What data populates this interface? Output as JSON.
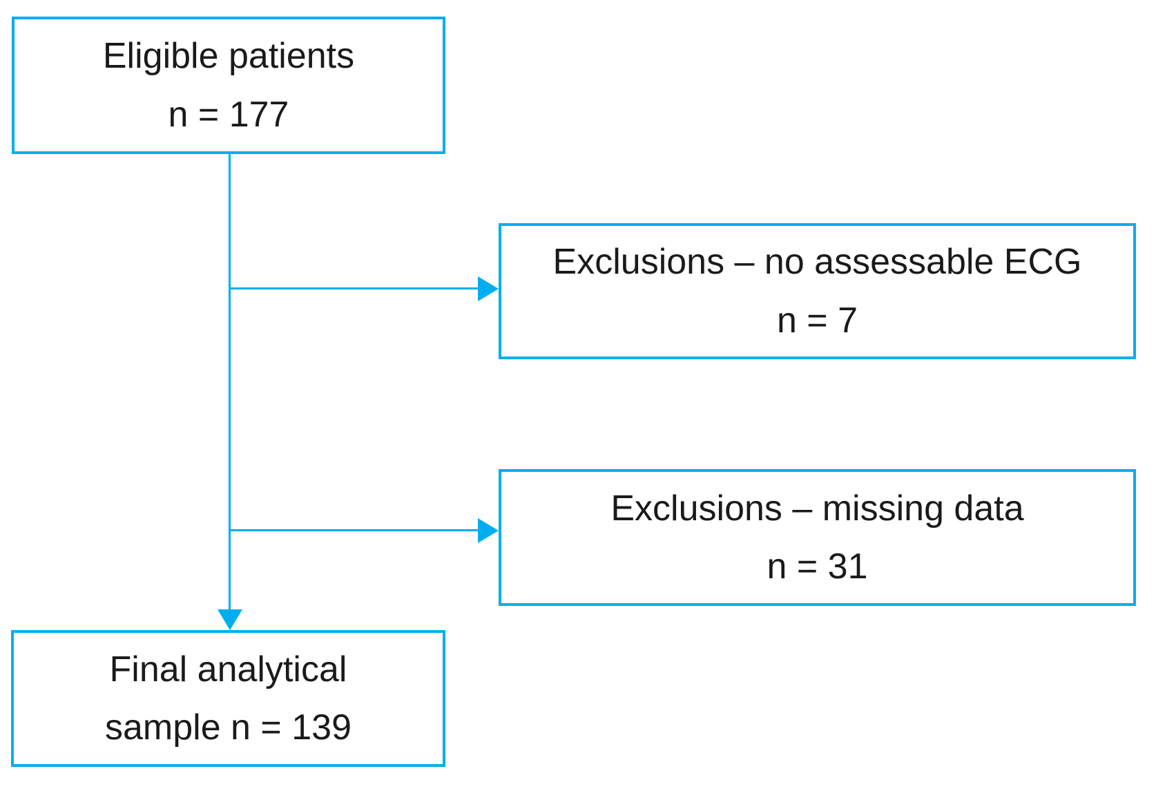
{
  "diagram": {
    "type": "flowchart",
    "accent_color": "#00AEEF",
    "text_color": "#1a1a1a",
    "background_color": "#ffffff",
    "nodes": {
      "eligible": {
        "line1": "Eligible patients",
        "line2": "n = 177"
      },
      "no_ecg": {
        "line1": "Exclusions – no assessable ECG",
        "line2": "n = 7"
      },
      "missing": {
        "line1": "Exclusions – missing data",
        "line2": "n = 31"
      },
      "final": {
        "line1": "Final analytical",
        "line2": "sample n = 139"
      }
    },
    "edges": [
      {
        "from": "eligible",
        "to": "no_ecg"
      },
      {
        "from": "eligible",
        "to": "missing"
      },
      {
        "from": "eligible",
        "to": "final"
      }
    ]
  }
}
